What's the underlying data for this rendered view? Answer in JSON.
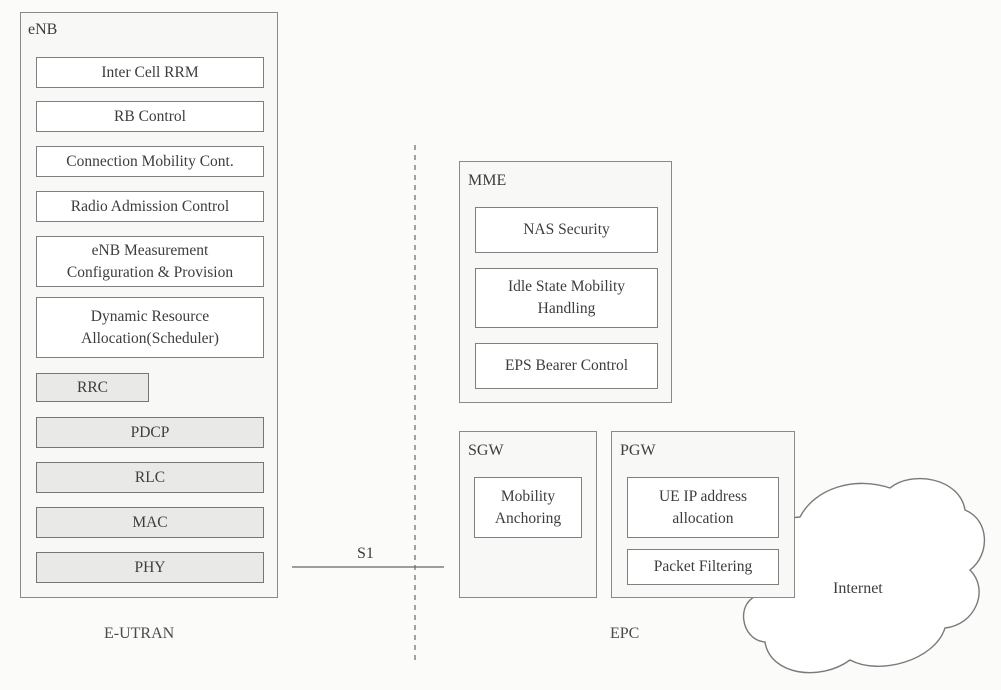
{
  "enb": {
    "title": "eNB",
    "functions": [
      "Inter Cell RRM",
      "RB Control",
      "Connection Mobility Cont.",
      "Radio Admission Control",
      "eNB Measurement\nConfiguration & Provision",
      "Dynamic Resource\nAllocation(Scheduler)"
    ],
    "layers": [
      "RRC",
      "PDCP",
      "RLC",
      "MAC",
      "PHY"
    ]
  },
  "mme": {
    "title": "MME",
    "functions": [
      "NAS Security",
      "Idle State Mobility\nHandling",
      "EPS Bearer Control"
    ]
  },
  "sgw": {
    "title": "SGW",
    "functions": [
      "Mobility\nAnchoring"
    ]
  },
  "pgw": {
    "title": "PGW",
    "functions": [
      "UE IP address\nallocation",
      "Packet Filtering"
    ]
  },
  "interface_label": "S1",
  "internet_label": "Internet",
  "regions": {
    "left": "E-UTRAN",
    "right": "EPC"
  }
}
